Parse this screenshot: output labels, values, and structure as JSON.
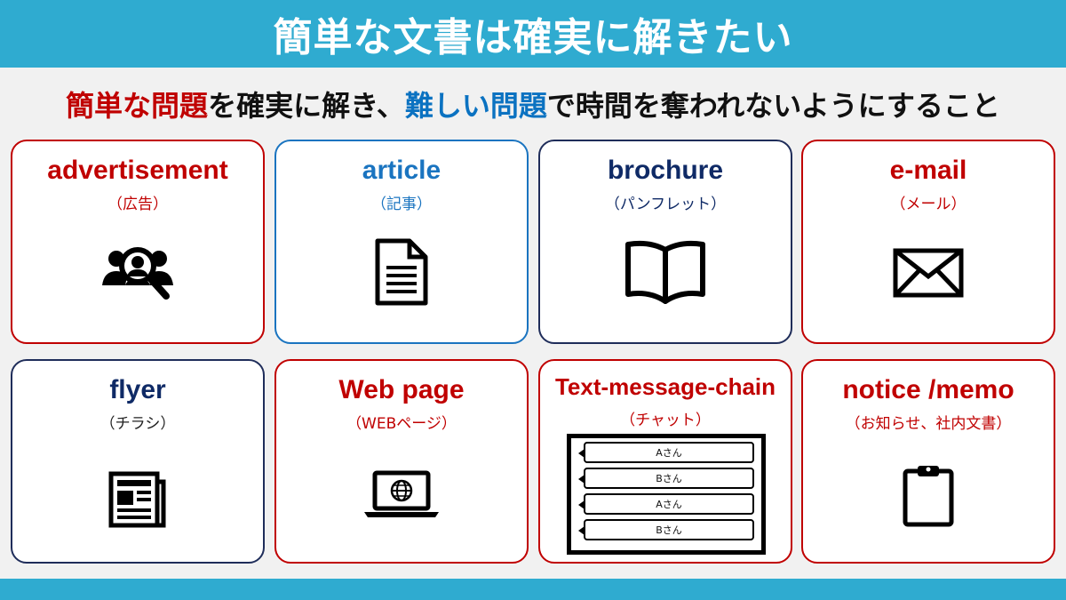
{
  "header": {
    "title": "簡単な文書は確実に解きたい"
  },
  "subtitle": {
    "part1": "簡単な問題",
    "part2": "を確実に解き、",
    "part3": "難しい問題",
    "part4": "で時間を奪われないようにすること"
  },
  "colors": {
    "bar": "#2fabd0",
    "red": "#c00000",
    "blue": "#1a74c0",
    "navy": "#0f2a66"
  },
  "cards": [
    {
      "name": "advertisement",
      "jp": "（広告）",
      "icon": "people-search-icon"
    },
    {
      "name": "article",
      "jp": "（記事）",
      "icon": "document-icon"
    },
    {
      "name": "brochure",
      "jp": "（パンフレット）",
      "icon": "open-book-icon"
    },
    {
      "name": "e-mail",
      "jp": "（メール）",
      "icon": "envelope-icon"
    },
    {
      "name": "flyer",
      "jp": "（チラシ）",
      "icon": "newspaper-icon"
    },
    {
      "name": "Web page",
      "jp": "（WEBページ）",
      "icon": "laptop-globe-icon"
    },
    {
      "name": "Text-message-chain",
      "jp": "（チャット）",
      "icon": "chat-bubbles-icon",
      "messages": [
        "Aさん",
        "Bさん",
        "Aさん",
        "Bさん"
      ]
    },
    {
      "name": "notice /memo",
      "jp": "（お知らせ、社内文書）",
      "icon": "clipboard-icon"
    }
  ]
}
